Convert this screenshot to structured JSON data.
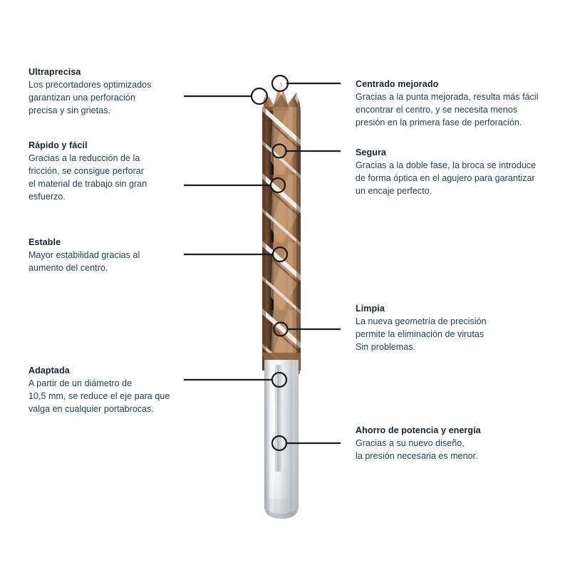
{
  "product": {
    "name": "brad-point-drill-bit",
    "tip_style": "brad point",
    "flute_color": "#a87a55",
    "flute_highlight_color": "#f2ece6",
    "shank_color": "#d8dadc",
    "shank_highlight_color": "#fbfbfc"
  },
  "style": {
    "title_color": "#17222e",
    "body_color": "#1d3c52",
    "leader_color": "#1a1a1a",
    "background": "#ffffff"
  },
  "callouts": [
    {
      "id": "ultraprecisa",
      "title": "Ultraprecisa",
      "lines": [
        "Los precortadores optimizados",
        "garantizan una perforación",
        "precisa y sin grietas."
      ],
      "side": "left"
    },
    {
      "id": "rapido-y-facil",
      "title": "Rápido y fácil",
      "lines": [
        "Gracias a la reducción de la",
        "fricción, se consigue perforar",
        "el material de trabajo sin gran",
        "esfuerzo."
      ],
      "side": "left"
    },
    {
      "id": "estable",
      "title": "Estable",
      "lines": [
        "Mayor estabilidad gracias al",
        "aumento del centro."
      ],
      "side": "left"
    },
    {
      "id": "adaptada",
      "title": "Adaptada",
      "lines": [
        "A partir de un diámetro de",
        "10,5 mm, se reduce el eje para que",
        "valga en cualquier portabrocas."
      ],
      "side": "left"
    },
    {
      "id": "centrado-mejorado",
      "title": "Centrado mejorado",
      "lines": [
        "Gracias a la punta mejorada, resulta más fácil",
        "encontrar el centro, y se necesita menos",
        "presión en la primera fase de perforación."
      ],
      "side": "right"
    },
    {
      "id": "segura",
      "title": "Segura",
      "lines": [
        "Gracias a la doble fase, la broca se introduce",
        "de forma óptica en el agujero para garantizar",
        "un encaje perfecto."
      ],
      "side": "right"
    },
    {
      "id": "limpia",
      "title": "Limpia",
      "lines": [
        "La nueva geometría de precisión",
        "permite la eliminación de virutas",
        "Sin problemas."
      ],
      "side": "right"
    },
    {
      "id": "ahorro-de-potencia-y-energia",
      "title": "Ahorro de potencia y energía",
      "lines": [
        "Gracias a su nuevo diseño,",
        "la presión necesaria es menor."
      ],
      "side": "right"
    }
  ]
}
